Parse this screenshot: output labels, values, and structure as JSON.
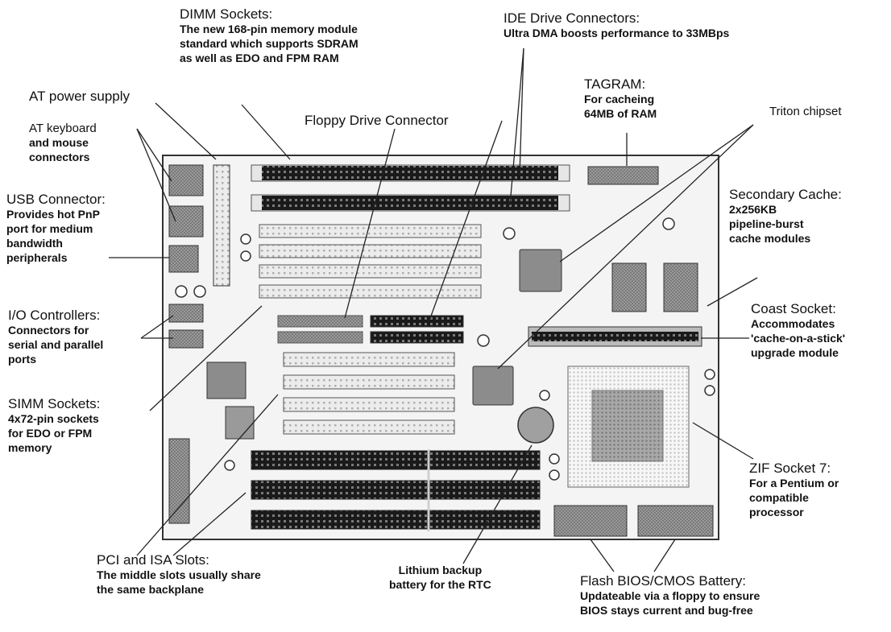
{
  "labels": {
    "dimm": {
      "title": "DIMM Sockets:",
      "lines": [
        "The new 168-pin memory module",
        "standard which supports SDRAM",
        "as well as EDO and FPM RAM"
      ]
    },
    "ide": {
      "title": "IDE Drive Connectors:",
      "lines": [
        "Ultra DMA boosts performance to 33MBps"
      ]
    },
    "tagram": {
      "title": "TAGRAM:",
      "lines": [
        "For cacheing",
        "64MB of RAM"
      ]
    },
    "at_power": {
      "title": "AT power supply",
      "lines": []
    },
    "at_keyboard": {
      "title": "",
      "lines": [
        "AT keyboard",
        "and mouse",
        "connectors"
      ]
    },
    "floppy": {
      "title": "Floppy Drive Connector",
      "lines": []
    },
    "triton": {
      "title": "Triton chipset",
      "lines": []
    },
    "usb": {
      "title": "USB Connector:",
      "lines": [
        "Provides hot PnP",
        "port for medium",
        "bandwidth",
        "peripherals"
      ]
    },
    "secondary_cache": {
      "title": "Secondary Cache:",
      "lines": [
        "2x256KB",
        "pipeline-burst",
        "cache modules"
      ]
    },
    "io": {
      "title": "I/O Controllers:",
      "lines": [
        "Connectors for",
        "serial and parallel",
        "ports"
      ]
    },
    "coast": {
      "title": "Coast Socket:",
      "lines": [
        "Accommodates",
        "'cache-on-a-stick'",
        "upgrade module"
      ]
    },
    "simm": {
      "title": "SIMM Sockets:",
      "lines": [
        "4x72-pin sockets",
        "for EDO or FPM",
        "memory"
      ]
    },
    "zif": {
      "title": "ZIF Socket 7:",
      "lines": [
        "For a Pentium or",
        "compatible",
        "processor"
      ]
    },
    "pci": {
      "title": "PCI and ISA Slots:",
      "lines": [
        "The middle slots usually share",
        "the same backplane"
      ]
    },
    "lithium": {
      "title": "",
      "lines": [
        "Lithium backup",
        "battery for the RTC"
      ]
    },
    "flash": {
      "title": "Flash BIOS/CMOS Battery:",
      "lines": [
        "Updateable via a floppy to ensure",
        "BIOS stays current and bug-free"
      ]
    }
  },
  "colors": {
    "board": "#f4f4f4",
    "outline": "#333333",
    "dark_slot": "#161616",
    "chip_gray": "#8a8a8a",
    "light_gray": "#c9c9c9",
    "leader": "#222222"
  }
}
